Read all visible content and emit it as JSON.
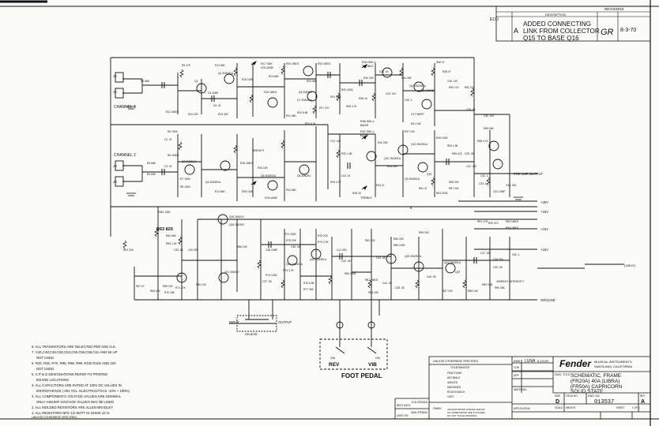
{
  "revisions": {
    "header": "REVISIONS",
    "ecn_label": "ECO",
    "col_description": "DESCRIPTION",
    "entry_lines": [
      "ADDED CONNECTING",
      "LINK FROM COLLECTOR",
      "Q15 TO BASE Q16"
    ],
    "entry_mark": "A",
    "entry_initials": "GR",
    "entry_date": "8-3-70"
  },
  "channels": {
    "ch1": "CHANNEL 1",
    "ch2": "CHANNEL 2"
  },
  "jacks": [
    "J1",
    "J2",
    "J3",
    "J4"
  ],
  "front_labels": {
    "bright": "BRIGHT",
    "volume": "VOLUME",
    "volume2": "VOLUME",
    "treble": "TREBLE",
    "bass": "BASS",
    "treble2": "TREBLE",
    "bass2": "BASS",
    "r17": "R17 50K",
    "r37": "R37 50K-L",
    "r36": "R36 50K-L",
    "r34": "R34 50K-L"
  },
  "parts_top": [
    "R9 47K",
    "R13 560",
    "Q1 2N3391A",
    "Q2",
    "C4 10MF",
    "C5 .01",
    "R10 22K",
    "R11 1MEG",
    "R12 680",
    "R15 33K",
    "R16 1MEG",
    "R19 100K",
    "R20 1MEG",
    "R21 680",
    "R22 6.8K",
    "R23 56K",
    "R25 1MEG",
    "R26 4.7K",
    "R27 470",
    "Q5 2N5394",
    "Q7 2N3391A",
    "R30 220K",
    "R31 1.5K",
    "R35 4.7K",
    "R38 1K",
    "R40 22K",
    "C21 .02",
    "R44 33K",
    "C23 .047",
    "C25 .1",
    "R46 47",
    "R48 47",
    "Q11 2N5087",
    "Q13 2N3391A",
    "C26 .047",
    "R50 120",
    "R52 220",
    "C27 350PF",
    "R41 10K",
    "C28 .05",
    "C30 .047"
  ],
  "parts_mid": [
    "R5 100K",
    "R6 1MEG",
    "C2 .01",
    "C3 .01",
    "R2 68K",
    "R3 68K",
    "R4 68K",
    "R7 150K",
    "R8 150K",
    "Q3 2N3391A",
    "Q4 2N3391A",
    "R14 560",
    "R18 1MEG",
    "R24 680",
    "R28 100K",
    "R29 22K",
    "Q6 2N3391A",
    "Q8 2N5394",
    "C22 .047",
    "C24 .01",
    "R32 1.5K",
    "R33 4.7K",
    "R39 1K",
    "R42 33K",
    "R43 47",
    "R45 22K",
    "Q9 2N3391A",
    "Q10 2N3391A",
    "Q12 2N3391A",
    "Q14",
    "R47 10K",
    "R49 100K",
    "R51 47",
    "R53 220K",
    "R54 1.5K",
    "R55 47K",
    "R56 22K",
    "R57 22K",
    "R58 4.7K",
    "R59 56K",
    "C29 .05",
    "C31 .047",
    "C32 .1",
    "C33 .1",
    "C34 10MF",
    "C35 .002"
  ],
  "parts_low": [
    "R62 18K",
    "R63 820",
    "R61 22K",
    "Q16 2N5212",
    "Q15 2N3393",
    "R64 56K",
    "R65 1.2K",
    "R66 12K",
    "Q17 2N5087",
    "R67 47",
    "R68 47K",
    "R69 22K",
    "R70 15K",
    "R71 47K",
    "R72 150K",
    "R73 4.7K",
    "R74 100K",
    "R75 22K",
    "R76 6.8K",
    "R77 33K",
    "R78 22K",
    "R79 2.2K",
    "R80 100K",
    "R81 1MEG",
    "R82 22K",
    "R83 10K",
    "R84 22K",
    "R85 100K",
    "R86 10K",
    "C36 10MF",
    "C37 .05",
    "C38 .05",
    "C39 .05",
    "C40 25V",
    "C41 25V",
    "C42 .05",
    "C43 .05",
    "C44 .05",
    "C45 .05",
    "C46 .05",
    "C47 .05",
    "Q18 2N3391A",
    "Q19 2N3391A",
    "Q20 2N3391A",
    "Q21 2N3391A",
    "Q22",
    "C48 25V",
    "C49 .05",
    "C50 .1",
    "R87 22K",
    "R88 10K",
    "R89 3.3K",
    "R90 25K",
    "R91 4.7K",
    "R92 470",
    "R93 1MEG",
    "R94 1MEG",
    "R95 22K"
  ],
  "rails": {
    "preamp_output": "PRE AMP OUTPUT",
    "v_plus_30": "+30V",
    "v_plus_16": "+16V",
    "v_plus_15": "+15V",
    "v_plus_15b": "+15V",
    "ground": "GROUND",
    "intensity": "VIBRATO INTENSITY",
    "ref_tag": "(18E47)"
  },
  "footswitch": {
    "input": "INPUT",
    "output": "OUTPUT",
    "reverb_tag": "REVERB",
    "title": "FOOT PEDAL",
    "rev": "REV",
    "vib": "VIB",
    "on1": "ON",
    "on2": "ON"
  },
  "notes": [
    "8. ALL TRANSISTORS ARE SELECTED PER AND G.E.",
    "7. C46,C48,C49,C50,C52,C55,C56,C58,C61 AND 65 UP",
    "NOT USED",
    "6. R33, R36, R70, R95, R98, R99, R100 R101 AND 102",
    "NOT USED",
    "5. C P & D DESIGNATIONS REFER TO PRINTED",
    "BOARD LOCATIONS",
    "4. ALL CAPACITORS ARE RATED AT 100V DC VALUES IN",
    "MICROFARADS (.001 TOL. ELECTROLYTICS -10% + 100%)",
    "3. ALL COMPONENTS VOLTAGE VALUES ARE NOMINAL",
    "ONLY HIGHER VOLTAGE VALUES MAY BE USED",
    "2. ALL MOLDED RESISTORS ARE ALLEN BRADLEY",
    "1. ALL RESISTORS NPS 1/2 WATT IN OHMS 10 %",
    "UNLESS OTHERWISE SPECIFIED"
  ],
  "title_block": {
    "unless": "UNLESS OTHERWISE SPECIFIED",
    "tolerances": "TOLERANCES",
    "fractions": "FRACTIONS",
    "decimals": "DECIMALS",
    "angles": "ANGLES",
    "machined": "MACHINED",
    "rough_mach": "ROUGH MACH",
    "cast": "CAST",
    "finish": "FINISH",
    "dwn": "DWN",
    "dwn_by": "LUNA",
    "chk": "CHK",
    "app": "APP",
    "date": "9-23-69",
    "material": "MATERIAL",
    "company": "MUSICAL INSTRUMENTS",
    "city": "SANTA ANA, CALIFORNIA",
    "logo": "Fender",
    "dwg_title_label": "DWG. TITLE",
    "dwg_title": [
      "SCHEMATIC, FRAME",
      "(FR20A) 40A (LIBRA)",
      "(FR50A) CAPRICORN",
      "SOLID STATE"
    ],
    "size_label": "SIZE",
    "size": "D",
    "fscm": "FSCM NO.",
    "dwg_no_label": "DWG. NO.",
    "dwg_no": "013537",
    "rev_label": "REV",
    "rev": "A",
    "scale": "SCALE",
    "weight": "WEIGHT",
    "sheet": "SHEET",
    "sheet_of": "1 OF 1",
    "next_assy": "NEXT ASSY",
    "used_on": "USED ON",
    "application": "APPLICATION",
    "unsupported": "UNSUPPORTED ANGLES ARE 90°",
    "dims": "ALL DIMENSIONS ARE IN INCHES",
    "do_not_scale": "DO NOT SCALE DRAWING",
    "model_a": "17A-FR20A",
    "model_b": "28A-FR50A"
  }
}
